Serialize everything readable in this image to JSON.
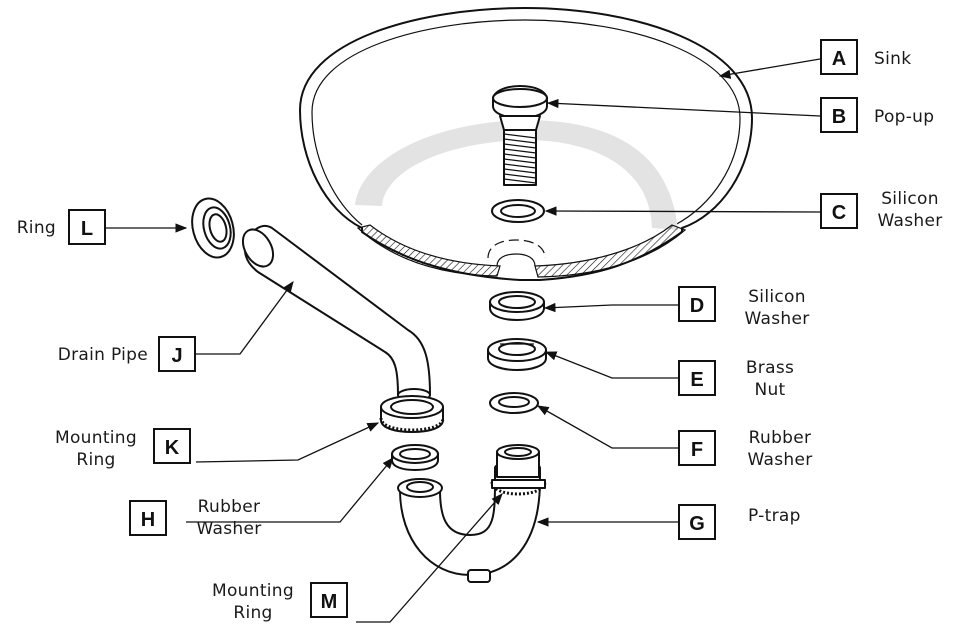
{
  "callouts": [
    {
      "letter": "A",
      "lines": [
        "Sink"
      ]
    },
    {
      "letter": "B",
      "lines": [
        "Pop-up"
      ]
    },
    {
      "letter": "C",
      "lines": [
        "Silicon",
        "Washer"
      ]
    },
    {
      "letter": "D",
      "lines": [
        "Silicon",
        "Washer"
      ]
    },
    {
      "letter": "E",
      "lines": [
        "Brass",
        "Nut"
      ]
    },
    {
      "letter": "F",
      "lines": [
        "Rubber",
        "Washer"
      ]
    },
    {
      "letter": "G",
      "lines": [
        "P-trap"
      ]
    },
    {
      "letter": "H",
      "lines": [
        "Rubber",
        "Washer"
      ]
    },
    {
      "letter": "J",
      "lines": [
        "Drain Pipe"
      ]
    },
    {
      "letter": "K",
      "lines": [
        "Mounting",
        "Ring"
      ]
    },
    {
      "letter": "L",
      "lines": [
        "Ring"
      ]
    },
    {
      "letter": "M",
      "lines": [
        "Mounting",
        "Ring"
      ]
    }
  ],
  "colors": {
    "ink": "#111111",
    "shadow": "#e3e3e3"
  }
}
